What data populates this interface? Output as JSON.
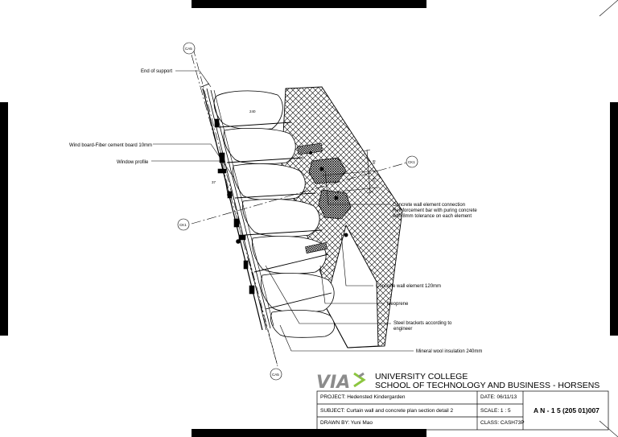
{
  "annotations": {
    "end_of_support": "End of support",
    "wind_board": "Wind board-Fiber cement board 10mm",
    "window_profile": "Window profile",
    "concrete_connection_1": "Concrete wall element connection",
    "concrete_connection_2": "Reinforcement bar with puring concrete",
    "concrete_connection_3": "with 8mm tolerance on each element",
    "concrete_wall": "Concrete wall element 120mm",
    "neoprene": "Neoprene",
    "steel_brackets_1": "Steel brackets according to",
    "steel_brackets_2": "engineer",
    "mineral_wool": "Mineral wool insulation 240mm"
  },
  "grid_bubbles": {
    "ca5_top": "CA5",
    "ca5_bottom": "CA5",
    "ck1_left": "CK1",
    "ck1_right": "CK1"
  },
  "title_block": {
    "logo": "VIA",
    "college": "UNIVERSITY COLLEGE",
    "school": "SCHOOL OF TECHNOLOGY AND BUSINESS - HORSENS",
    "project": "PROJECT: Hedensted Kindergarden",
    "date": "DATE: 06/11/13",
    "subject": "SUBJECT: Curtain wall and concrete plan section detail 2",
    "scale": "SCALE:  1 : 5",
    "drawn_by": "DRAWN BY: Yuni Mao",
    "class": "CLASS: CASH73P",
    "sheet_number": "A N - 1 5 (205 01)007"
  },
  "accent_colors": {
    "logo_grey": "#8c8c8c",
    "logo_green": "#8cc63f"
  }
}
